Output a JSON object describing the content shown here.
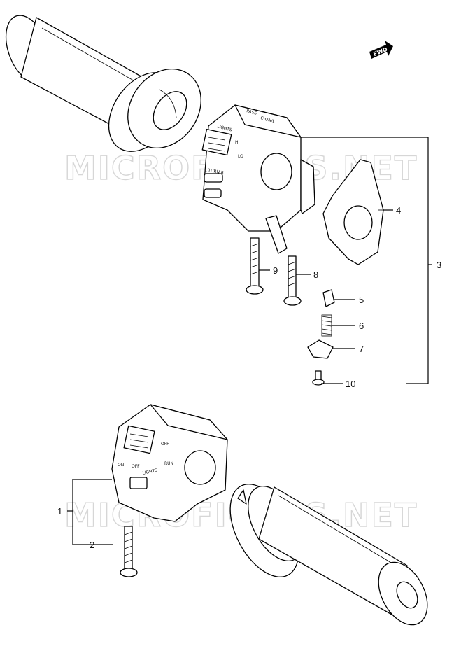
{
  "watermark": "MICROFICHES.NET",
  "fwd_label": "FWD",
  "right_switch_labels": {
    "top_a": "PASS",
    "top_b": "C-ON/L",
    "lights": "LIGHTS",
    "hi": "HI",
    "lo": "LO",
    "turn": "L TURN R"
  },
  "left_switch_labels": {
    "off": "OFF",
    "run": "RUN",
    "lights": "LIGHTS",
    "on": "ON",
    "off2": "OFF"
  },
  "callouts": [
    "1",
    "2",
    "3",
    "4",
    "5",
    "6",
    "7",
    "8",
    "9",
    "10"
  ]
}
